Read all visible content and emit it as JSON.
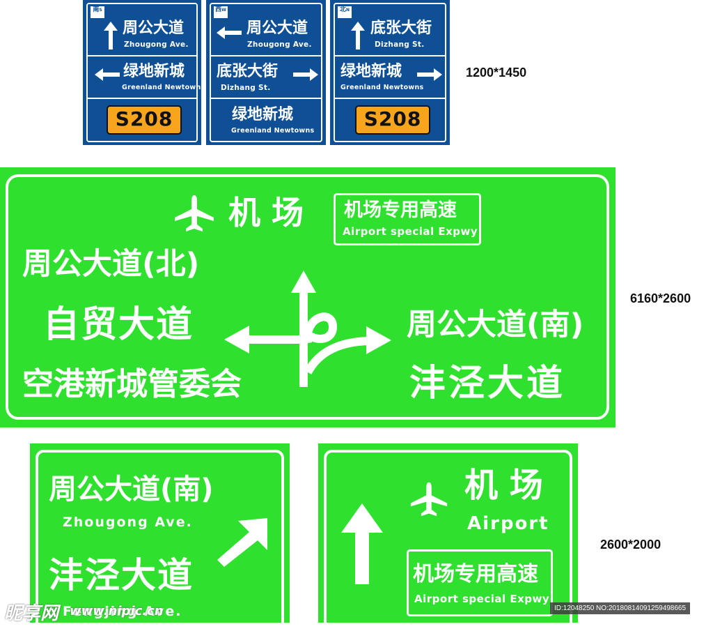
{
  "blue_signs": [
    {
      "tag_cn": "南",
      "tag_en": "S",
      "row1_cn": "周公大道",
      "row1_en": "Zhougong Ave.",
      "row2_cn": "绿地新城",
      "row2_en": "Greenland Newtowns",
      "route": "S208"
    },
    {
      "tag_cn": "西",
      "tag_en": "W",
      "row1_cn": "周公大道",
      "row1_en": "Zhougong Ave.",
      "row2_cn": "底张大街",
      "row2_en": "Dizhang St.",
      "row3_cn": "绿地新城",
      "row3_en": "Greenland Newtowns"
    },
    {
      "tag_cn": "北",
      "tag_en": "N",
      "row1_cn": "底张大街",
      "row1_en": "Dizhang St.",
      "row2_cn": "绿地新城",
      "row2_en": "Greenland Newtowns",
      "route": "S208"
    }
  ],
  "size_labels": {
    "blue": "1200*1450",
    "large": "6160*2600",
    "small": "2600*2000"
  },
  "large_sign": {
    "airport_cn": "机 场",
    "expressway_cn": "机场专用高速",
    "expressway_en": "Airport special Expwy",
    "left": [
      "周公大道(北)",
      "自贸大道",
      "空港新城管委会"
    ],
    "right": [
      "周公大道(南)",
      "沣泾大道"
    ]
  },
  "small_sign_left": {
    "line1_cn": "周公大道(南)",
    "line1_en": "Zhougong Ave.",
    "line2_cn": "沣泾大道",
    "line2_en": "Fengjing Ave."
  },
  "small_sign_right": {
    "airport_cn": "机 场",
    "airport_en": "Airport",
    "expressway_cn": "机场专用高速",
    "expressway_en": "Airport special Expwy"
  },
  "watermark": {
    "logo": "昵享网",
    "url": "www.nipic.cn",
    "id": "ID:12048250 NO:20180814091259498665"
  },
  "colors": {
    "blue_sign": "#0e4f96",
    "green_sign": "#2fe02f",
    "route_plate": "#f7a51c"
  }
}
